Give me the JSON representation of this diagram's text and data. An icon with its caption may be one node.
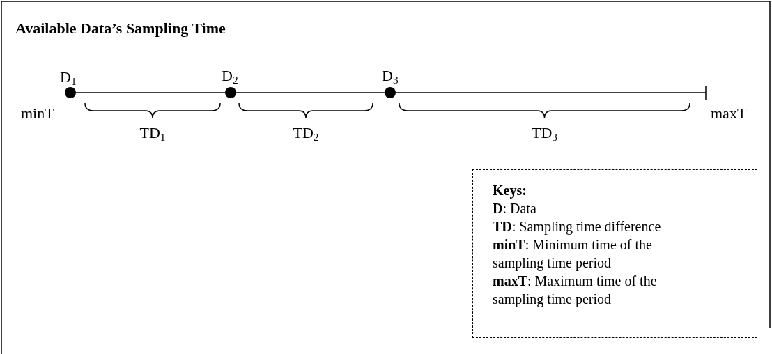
{
  "diagram": {
    "title": "Available Data’s Sampling Time",
    "nodes": [
      {
        "text": [
          "D$_{1}$"
        ],
        "beside": [
          "minT"
        ]
      },
      {
        "text": [
          "D$_{2}$"
        ]
      },
      {
        "text": [
          "D$_{3}$"
        ]
      },
      {
        "text": [
          "maxT"
        ]
      },
      {
        "text": [
          "Keys:",
          "**D**: Data",
          "**TD**: Sampling time difference",
          "**minT**: Minimum time of the sampling time period",
          "**maxT**: Maximum time of the sampling time period"
        ]
      }
    ],
    "edges": [
      {
        "from": 0,
        "to": 1,
        "arrow": "none"
      },
      {
        "from": 1,
        "to": 2,
        "arrow": "none"
      },
      {
        "from": 2,
        "to": 3,
        "arrow": "none"
      }
    ],
    "labels": [
      "TD$_{1}$",
      "TD$_{2}$",
      "TD$_{3}$"
    ]
  }
}
